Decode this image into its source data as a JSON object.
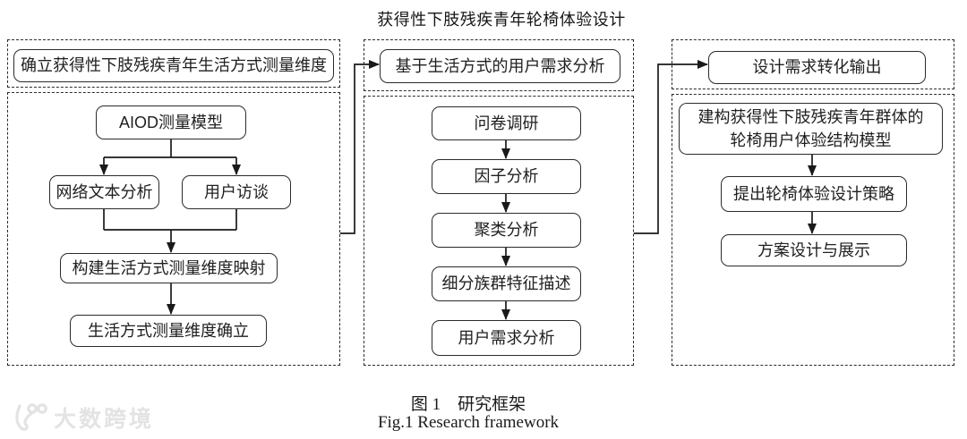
{
  "title": "获得性下肢残疾青年轮椅体验设计",
  "columns": {
    "left": {
      "header": "确立获得性下肢残疾青年生活方式测量维度",
      "nodes": {
        "aiod": "AIOD测量模型",
        "web_text": "网络文本分析",
        "interview": "用户访谈",
        "mapping": "构建生活方式测量维度映射",
        "dimension": "生活方式测量维度确立"
      }
    },
    "middle": {
      "header": "基于生活方式的用户需求分析",
      "nodes": {
        "survey": "问卷调研",
        "factor": "因子分析",
        "cluster": "聚类分析",
        "segment": "细分族群特征描述",
        "needs": "用户需求分析"
      }
    },
    "right": {
      "header": "设计需求转化输出",
      "nodes": {
        "model_line1": "建构获得性下肢残疾青年群体的",
        "model_line2": "轮椅用户体验结构模型",
        "strategy": "提出轮椅体验设计策略",
        "scheme": "方案设计与展示"
      }
    }
  },
  "caption": {
    "zh": "图 1　研究框架",
    "en": "Fig.1 Research framework"
  },
  "watermark": {
    "text": "大数跨境"
  },
  "colors": {
    "line": "#1a1a1a",
    "box_border": "#2b2b2b",
    "background": "#ffffff",
    "watermark": "#e3e3e3"
  }
}
